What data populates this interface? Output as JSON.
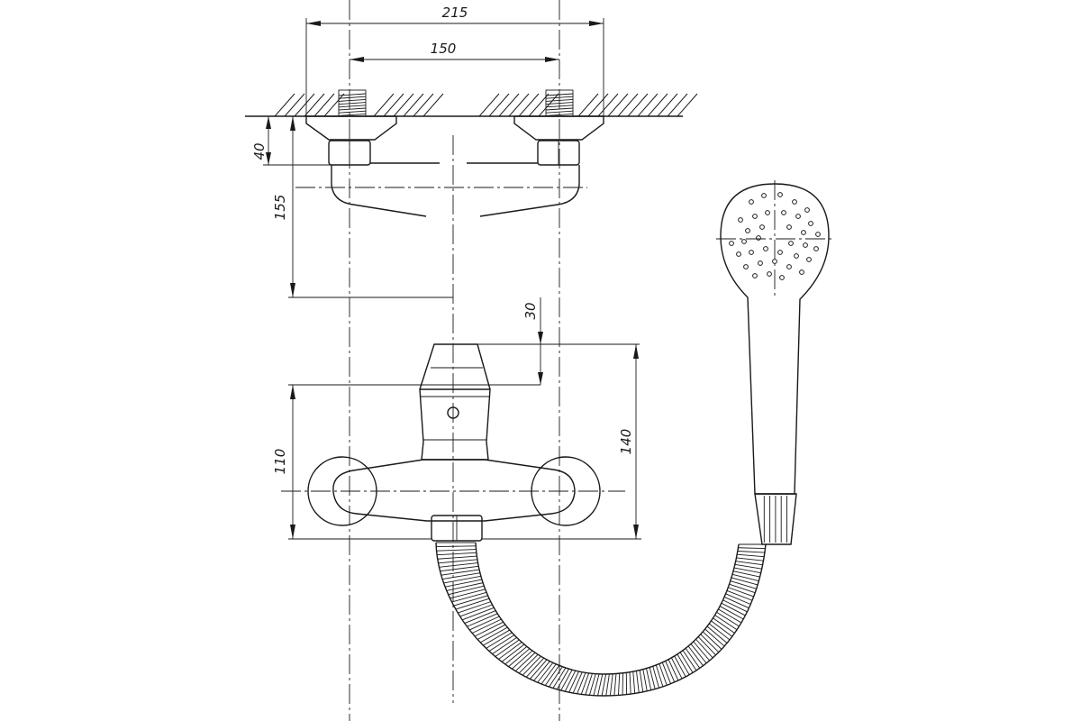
{
  "drawing": {
    "dimensions": {
      "top_width": "215",
      "inlet_spacing": "150",
      "flange_depth": "40",
      "spout_depth": "155",
      "handle_height": "30",
      "body_height": "110",
      "total_height": "140"
    },
    "colors": {
      "line": "#1a1a1a",
      "background": "#ffffff"
    }
  }
}
